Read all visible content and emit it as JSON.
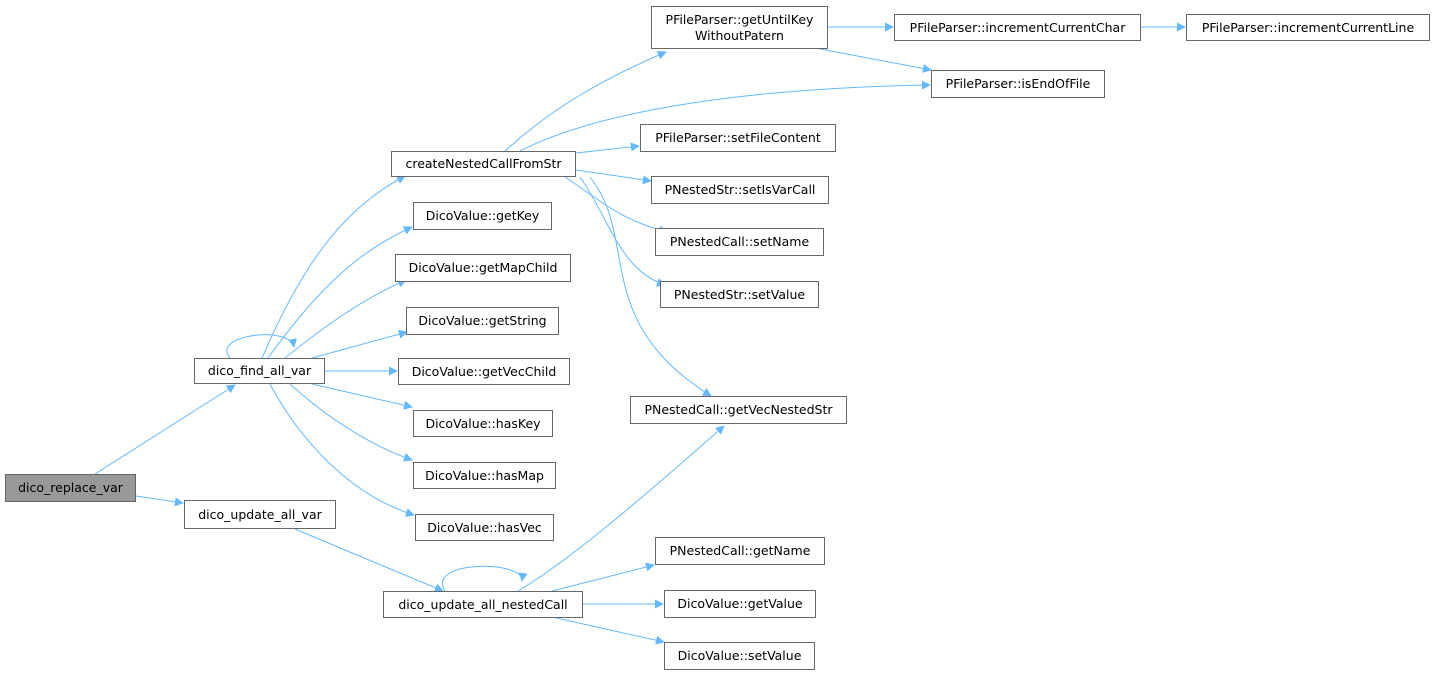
{
  "colors": {
    "edge": "#63b8ff",
    "node_border": "#666666",
    "root_fill": "#999999",
    "node_fill": "#ffffff"
  },
  "nodes": {
    "dico_replace_var": "dico_replace_var",
    "dico_find_all_var": "dico_find_all_var",
    "dico_update_all_var": "dico_update_all_var",
    "createNestedCallFromStr": "createNestedCallFromStr",
    "dv_getKey": "DicoValue::getKey",
    "dv_getMapChild": "DicoValue::getMapChild",
    "dv_getString": "DicoValue::getString",
    "dv_getVecChild": "DicoValue::getVecChild",
    "dv_hasKey": "DicoValue::hasKey",
    "dv_hasMap": "DicoValue::hasMap",
    "dv_hasVec": "DicoValue::hasVec",
    "dico_update_all_nestedCall": "dico_update_all_nestedCall",
    "pfp_getUntilKey": "PFileParser::getUntilKey\nWithoutPatern",
    "pfp_incrementCurrentChar": "PFileParser::incrementCurrentChar",
    "pfp_incrementCurrentLine": "PFileParser::incrementCurrentLine",
    "pfp_isEndOfFile": "PFileParser::isEndOfFile",
    "pfp_setFileContent": "PFileParser::setFileContent",
    "pns_setIsVarCall": "PNestedStr::setIsVarCall",
    "pnc_setName": "PNestedCall::setName",
    "pns_setValue": "PNestedStr::setValue",
    "pnc_getVecNestedStr": "PNestedCall::getVecNestedStr",
    "pnc_getName": "PNestedCall::getName",
    "dv_getValue": "DicoValue::getValue",
    "dv_setValue": "DicoValue::setValue"
  }
}
